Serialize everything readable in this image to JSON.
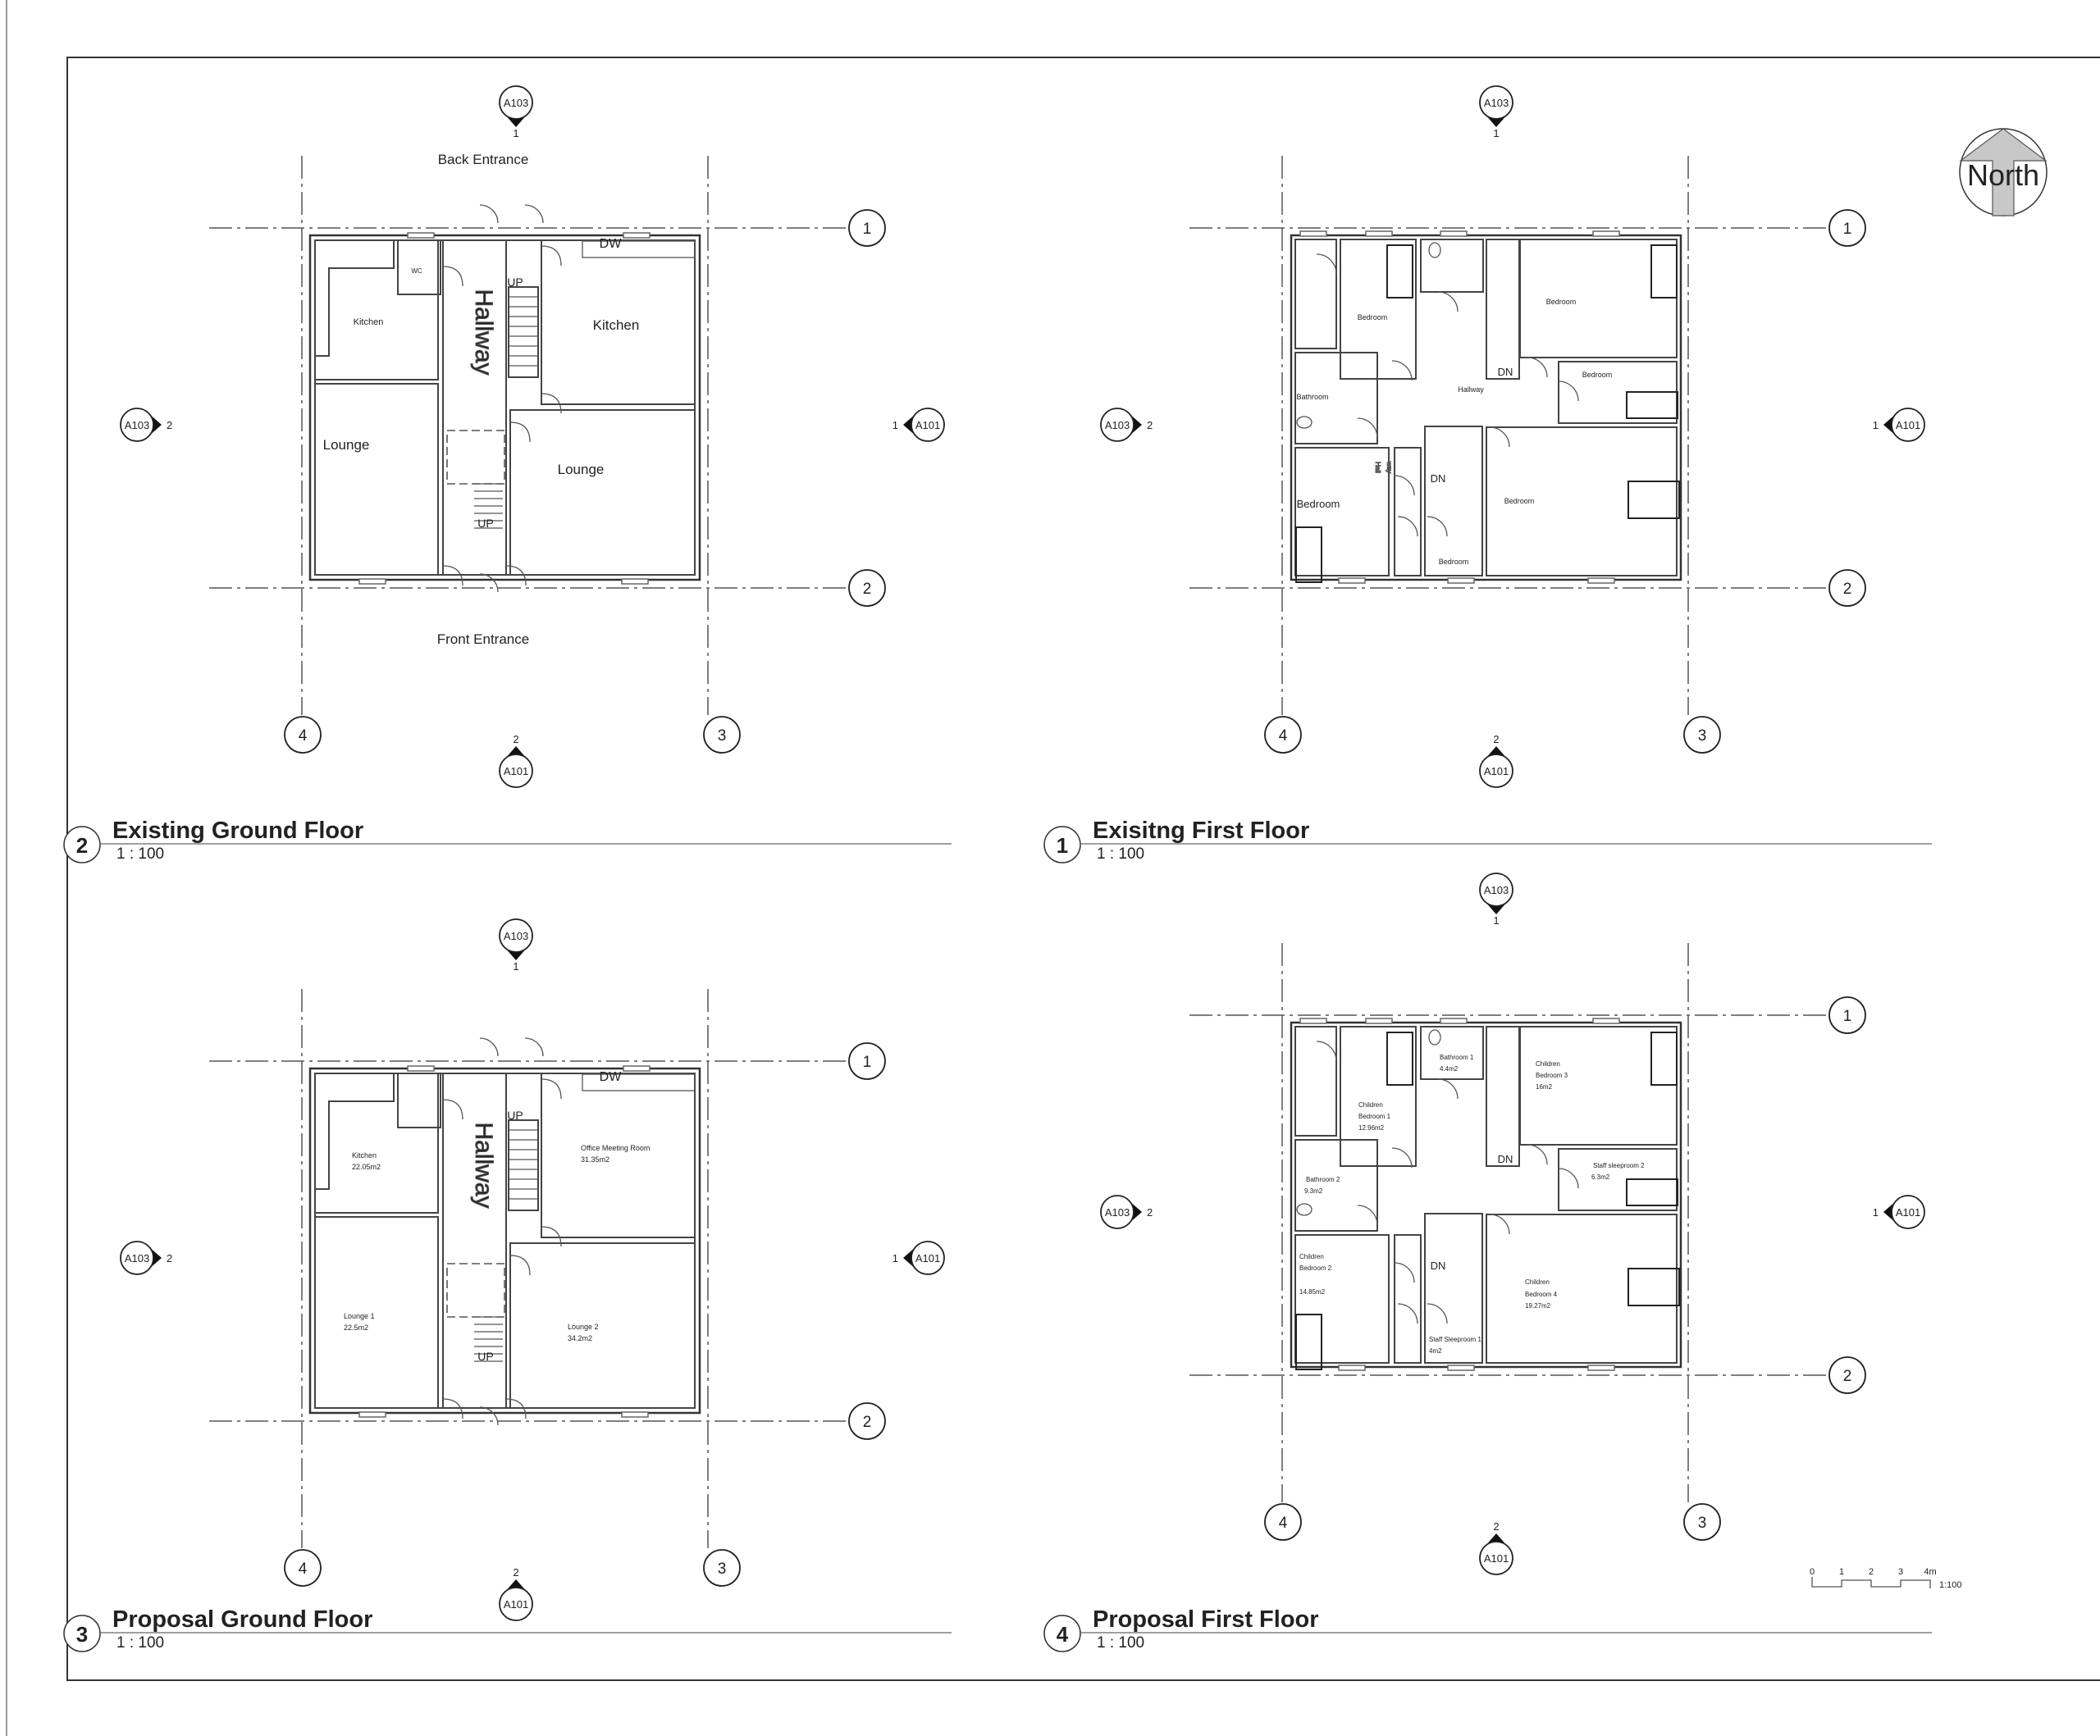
{
  "sheet": {
    "north_label": "North",
    "scale_bar": {
      "ticks": [
        "0",
        "1",
        "2",
        "3",
        "4m"
      ],
      "ratio": "1:100"
    }
  },
  "views": [
    {
      "number": "2",
      "title": "Existing Ground Floor",
      "scale": "1 : 100",
      "grid": {
        "h": [
          "1",
          "2"
        ],
        "v": [
          "4",
          "3"
        ]
      },
      "sections": {
        "top": {
          "sheet": "A103",
          "num": "1"
        },
        "bottom": {
          "sheet": "A101",
          "num": "2"
        },
        "left": {
          "sheet": "A103",
          "num": "2"
        },
        "right": {
          "sheet": "A101",
          "num": "1"
        }
      },
      "labels": [
        "Back Entrance",
        "Front Entrance",
        "WC",
        "Kitchen",
        "Kitchen",
        "Hallway",
        "Lounge",
        "Lounge",
        "UP",
        "UP",
        "DW"
      ]
    },
    {
      "number": "1",
      "title": "Exisitng First Floor",
      "scale": "1 : 100",
      "grid": {
        "h": [
          "1",
          "2"
        ],
        "v": [
          "4",
          "3"
        ]
      },
      "sections": {
        "top": {
          "sheet": "A103",
          "num": "1"
        },
        "bottom": {
          "sheet": "A101",
          "num": "2"
        },
        "left": {
          "sheet": "A103",
          "num": "2"
        },
        "right": {
          "sheet": "A101",
          "num": "1"
        }
      },
      "labels": [
        "Bedroom",
        "Bathroom",
        "Bedroom",
        "Hall",
        "way",
        "Hallway",
        "Bedroom",
        "Bedroom",
        "Bedroom",
        "Bedroom",
        "DN",
        "DN"
      ]
    },
    {
      "number": "3",
      "title": "Proposal Ground Floor",
      "scale": "1 : 100",
      "grid": {
        "h": [
          "1",
          "2"
        ],
        "v": [
          "4",
          "3"
        ]
      },
      "sections": {
        "top": {
          "sheet": "A103",
          "num": "1"
        },
        "bottom": {
          "sheet": "A101",
          "num": "2"
        },
        "left": {
          "sheet": "A103",
          "num": "2"
        },
        "right": {
          "sheet": "A101",
          "num": "1"
        }
      },
      "labels": [
        "Kitchen",
        "22.05m2",
        "Office Meeting Room",
        "31.35m2",
        "Lounge 1",
        "22.5m2",
        "Lounge 2",
        "34.2m2",
        "Hallway",
        "UP",
        "UP",
        "DW"
      ]
    },
    {
      "number": "4",
      "title": "Proposal First Floor",
      "scale": "1 : 100",
      "grid": {
        "h": [
          "1",
          "2"
        ],
        "v": [
          "4",
          "3"
        ]
      },
      "sections": {
        "top": {
          "sheet": "A103",
          "num": "1"
        },
        "bottom": {
          "sheet": "A101",
          "num": "2"
        },
        "left": {
          "sheet": "A103",
          "num": "2"
        },
        "right": {
          "sheet": "A101",
          "num": "1"
        }
      },
      "labels": [
        "Bathroom 1",
        "4.4m2",
        "Children",
        "Bedroom 3",
        "16m2",
        "Children",
        "Bedroom 1",
        "12.96m2",
        "Bathroom 2",
        "9.3m2",
        "Staff sleeproom 2",
        "6.3m2",
        "Children",
        "Bedroom 2",
        "14.85m2",
        "Staff Sleeproom 1",
        "4m2",
        "Children",
        "Bedroom 4",
        "19.27m2",
        "DN",
        "DN"
      ]
    }
  ]
}
